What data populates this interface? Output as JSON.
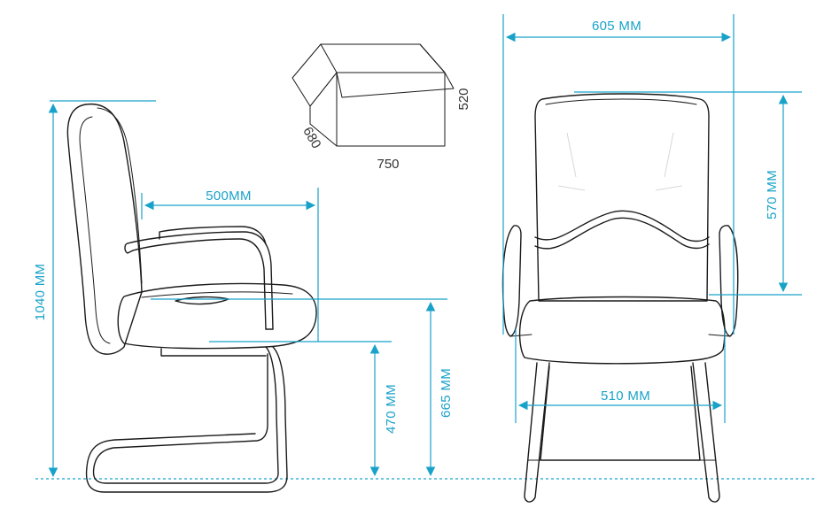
{
  "colors": {
    "dimension": "#19a2c9",
    "outline": "#1a1a1a",
    "box_text": "#333333",
    "background": "#ffffff"
  },
  "dimensions": {
    "overall_height": "1040 MM",
    "seat_depth": "500MM",
    "armrest_height": "665 MM",
    "seat_height": "470 MM",
    "overall_width": "605 MM",
    "backrest_height": "570 MM",
    "seat_width": "510 MM"
  },
  "package": {
    "width": "750",
    "depth": "680",
    "height": "520"
  }
}
